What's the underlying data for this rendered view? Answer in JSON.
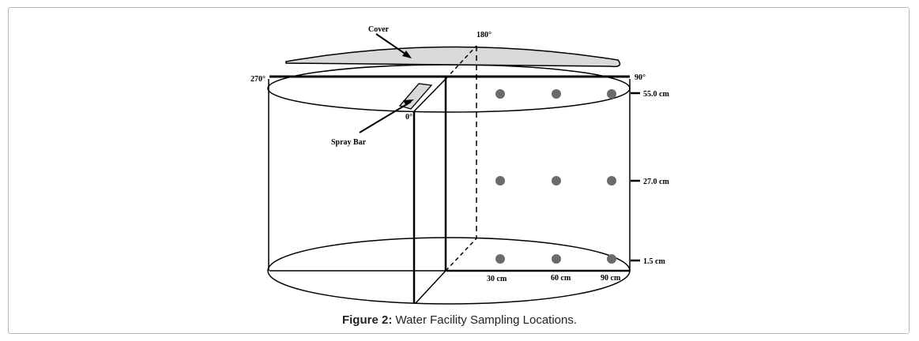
{
  "diagram": {
    "labels": {
      "cover": "Cover",
      "deg180": "180°",
      "deg270": "270°",
      "deg90": "90°",
      "deg0": "0°",
      "spray_bar": "Spray Bar",
      "h55": "55.0 cm",
      "h27": "27.0 cm",
      "h15": "1.5 cm",
      "d30": "30 cm",
      "d60": "60 cm",
      "d90": "90 cm"
    },
    "colors": {
      "outline": "#000000",
      "cover_fill": "#d9d9d9",
      "sample_point": "#6b6b6b"
    }
  },
  "caption": {
    "prefix": "Figure 2:",
    "text": "Water Facility Sampling Locations."
  }
}
